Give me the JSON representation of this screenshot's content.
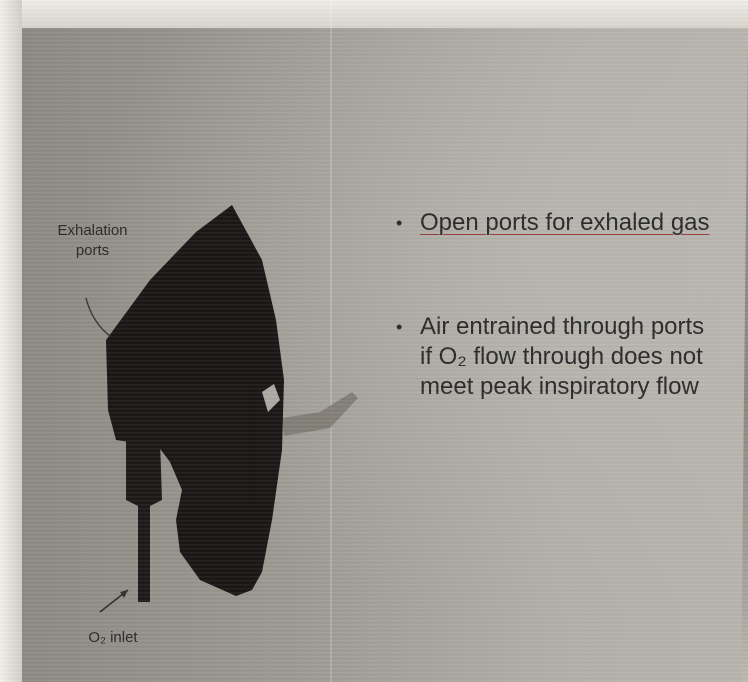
{
  "labels": {
    "exhalation_ports": "Exhalation ports",
    "o2_inlet": "O₂ inlet"
  },
  "bullets": [
    {
      "text": "Open ports for exhaled gas"
    },
    {
      "text": "Air entrained through ports if O₂ flow through does not meet peak inspiratory flow"
    }
  ],
  "icons": {
    "mask": "face-mask-illustration",
    "bullet": "bullet-dot"
  },
  "colors": {
    "mask_fill": "#1a1817",
    "text": "#2b2b2b",
    "underline": "#9a4440"
  }
}
